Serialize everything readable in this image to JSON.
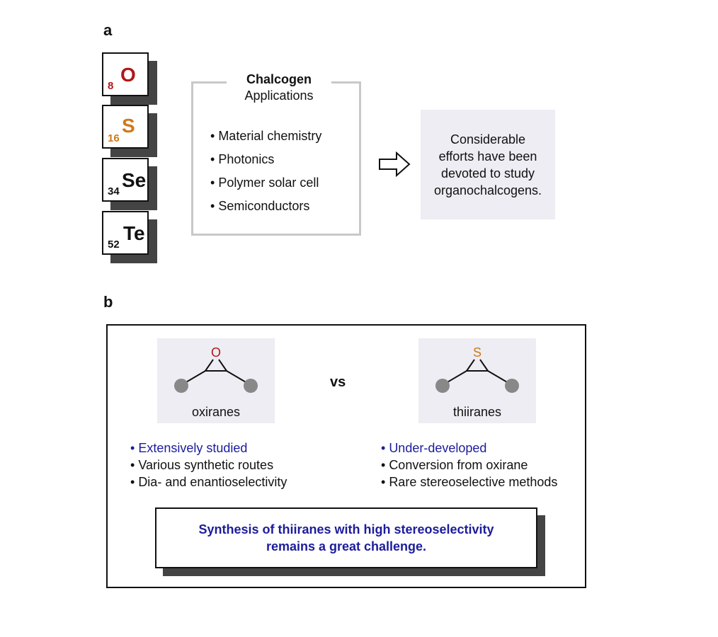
{
  "panel_a": {
    "label": "a",
    "elements": [
      {
        "number": "8",
        "symbol": "O",
        "color": "#b01818"
      },
      {
        "number": "16",
        "symbol": "S",
        "color": "#d07818"
      },
      {
        "number": "34",
        "symbol": "Se",
        "color": "#111111"
      },
      {
        "number": "52",
        "symbol": "Te",
        "color": "#111111"
      }
    ],
    "applications": {
      "title": "Chalcogen",
      "subtitle": "Applications",
      "items": [
        "Material chemistry",
        "Photonics",
        "Polymer solar cell",
        "Semiconductors"
      ]
    },
    "effort_text": [
      "Considerable",
      "efforts have been",
      "devoted to study",
      "organochalcogens."
    ]
  },
  "panel_b": {
    "label": "b",
    "left_molecule": {
      "heteroatom": "O",
      "heteroatom_color": "#b01818",
      "name": "oxiranes"
    },
    "right_molecule": {
      "heteroatom": "S",
      "heteroatom_color": "#d07818",
      "name": "thiiranes"
    },
    "vs": "vs",
    "left_points": [
      "Extensively studied",
      "Various synthetic routes",
      "Dia- and enantioselectivity"
    ],
    "right_points": [
      "Under-developed",
      "Conversion from oxirane",
      "Rare stereoselective methods"
    ],
    "conclusion": [
      "Synthesis of thiiranes with high stereoselectivity",
      "remains a great challenge."
    ],
    "highlight_color": "#1c1c9c"
  }
}
